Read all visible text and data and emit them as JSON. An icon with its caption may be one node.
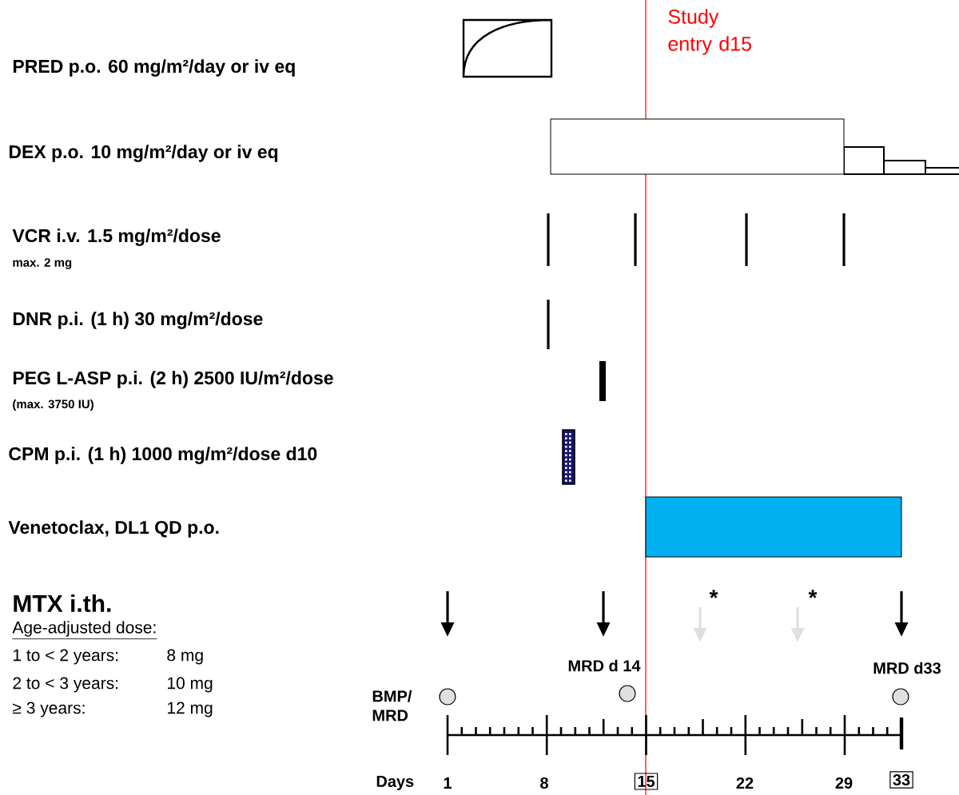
{
  "diagram": {
    "nodes": [
      {
        "text": [
          "15"
        ]
      },
      {
        "text": [
          "33"
        ]
      },
      {
        "text": [],
        "shape": "bar"
      },
      {
        "text": [],
        "shape": "bar"
      }
    ],
    "labels": [
      "Study entry d15",
      "PRED p.o. 60 mg/m²/day or iv eq",
      "DEX p.o. 10 mg/m²/day or iv eq",
      "VCR i.v. 1.5 mg/m²/dose",
      "max. 2 mg",
      "DNR p.i. (1 h) 30 mg/m²/dose",
      "PEG L-ASP p.i. (2 h) 2500 IU/m²/dose",
      "(max. 3750 IU)",
      "CPM p.i. (1 h) 1000 mg/m²/dose d10",
      "Venetoclax, DL1 QD p.o.",
      "MTX i.th.",
      "Age-adjusted dose:",
      "*",
      "*",
      "1 to < 2 years:",
      "8 mg",
      "MRD d 14",
      "MRD d33",
      "2 to < 3 years:",
      "10 mg",
      "BMP/ MRD",
      "≥ 3 years:",
      "12 mg",
      "Days",
      "1",
      "8",
      "22",
      "29"
    ]
  }
}
